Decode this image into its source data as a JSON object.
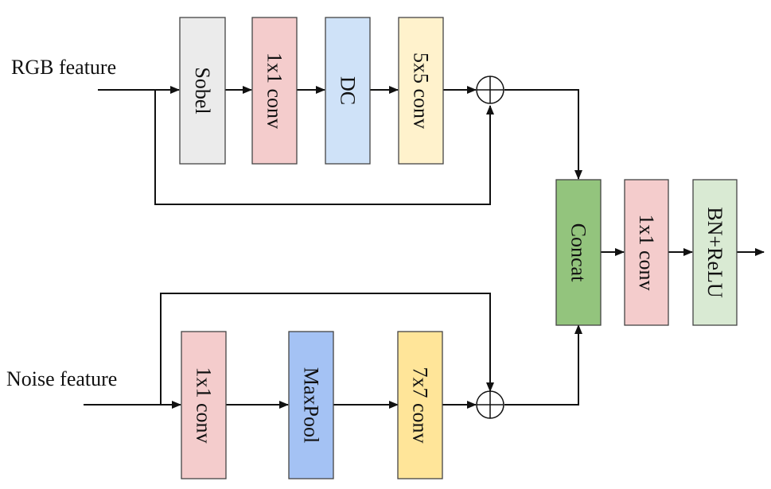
{
  "inputs": {
    "rgb_label": "RGB feature",
    "noise_label": "Noise feature"
  },
  "blocks": {
    "sobel": {
      "label": "Sobel",
      "color": "#ebebeb"
    },
    "rgb_conv1x1": {
      "label": "1x1 conv",
      "color": "#f4cccc"
    },
    "dc": {
      "label": "DC",
      "color": "#cfe2f8"
    },
    "conv5x5": {
      "label": "5x5 conv",
      "color": "#fff2cc"
    },
    "noise_conv1x1": {
      "label": "1x1 conv",
      "color": "#f4cccc"
    },
    "maxpool": {
      "label": "MaxPool",
      "color": "#a4c2f4"
    },
    "conv7x7": {
      "label": "7x7 conv",
      "color": "#ffe599"
    },
    "concat": {
      "label": "Concat",
      "color": "#93c47d"
    },
    "out_conv1x1": {
      "label": "1x1 conv",
      "color": "#f4cccc"
    },
    "bn_relu": {
      "label": "BN+ReLU",
      "color": "#d9ead3"
    }
  }
}
